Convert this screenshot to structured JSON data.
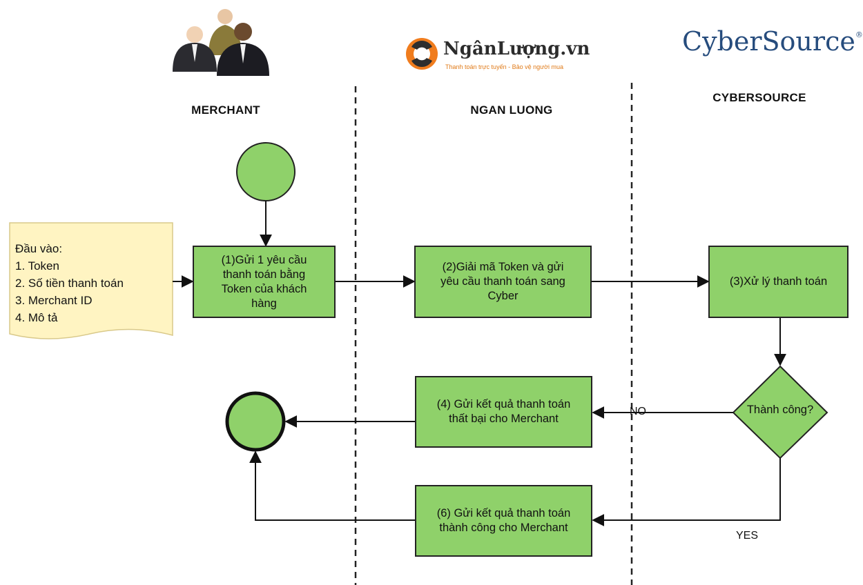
{
  "lanes": [
    {
      "title": "MERCHANT"
    },
    {
      "title": "NGAN LUONG"
    },
    {
      "title": "CYBERSOURCE"
    }
  ],
  "logos": {
    "people_icon": "business-people-icon",
    "ngan_luong": {
      "brand": "NgânLượng.vn",
      "tagline": "Thanh toán trực tuyến - Bảo vệ người mua"
    },
    "cybersource": {
      "brand": "CyberSource",
      "mark": "®"
    }
  },
  "input_note": {
    "lines": [
      "Đầu vào:",
      "1. Token",
      "2. Số tiền thanh toán",
      "3. Merchant ID",
      "4. Mô tả"
    ]
  },
  "steps": {
    "step1": [
      "(1)Gửi 1 yêu cầu",
      "thanh toán bằng",
      "Token của khách",
      "hàng"
    ],
    "step2": [
      "(2)Giải mã Token và gửi",
      "yêu cầu thanh toán sang",
      "Cyber"
    ],
    "step3": [
      "(3)Xử lý thanh toán"
    ],
    "step4": [
      "(4) Gửi kết quả thanh toán",
      "thất bại cho Merchant"
    ],
    "step6": [
      "(6) Gửi kết quả thanh toán",
      "thành công cho Merchant"
    ]
  },
  "decision": {
    "label": "Thành công?"
  },
  "edge_labels": {
    "no": "NO",
    "yes": "YES"
  },
  "colors": {
    "node_fill": "#8fd16a",
    "note_fill": "#fff4c2",
    "stroke": "#222222",
    "cybersource_blue": "#264c7d",
    "ngan_luong_orange": "#f07c1d"
  }
}
